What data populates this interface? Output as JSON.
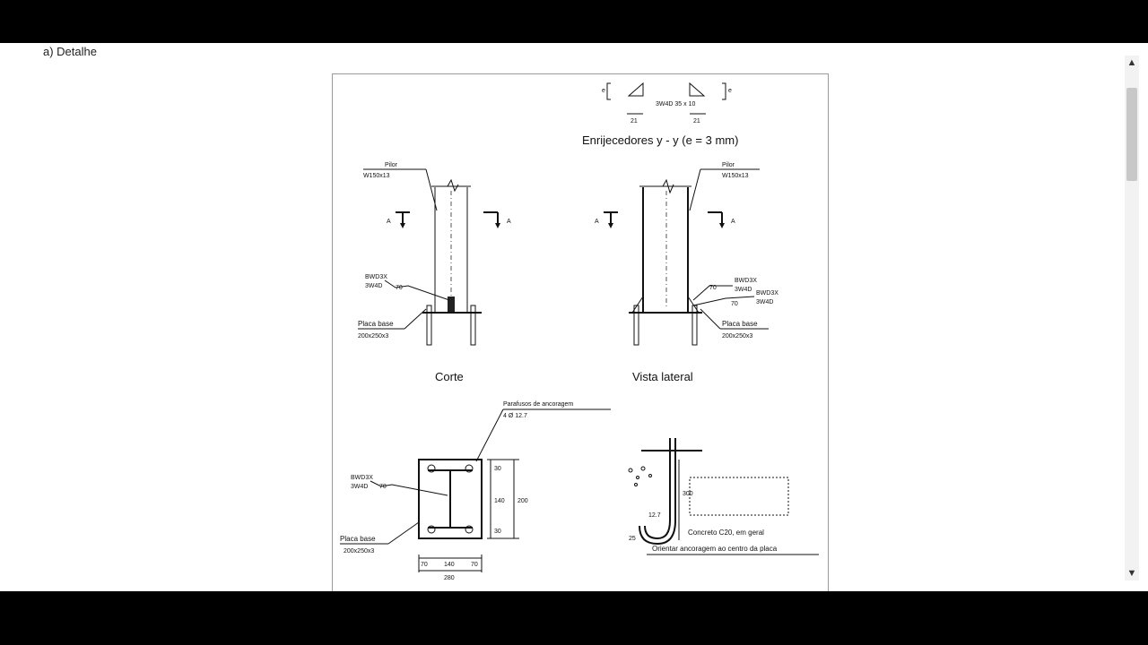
{
  "page": {
    "heading": "a) Detalhe"
  },
  "drawing": {
    "stiffeners": {
      "title": "Enrijecedores y - y (e = 3 mm)",
      "weld": "3W4D 35 x 10",
      "dim": "21",
      "marker": "e"
    },
    "column_label": "Pilor",
    "column_spec": "W150x13",
    "section_mark": "A",
    "weld_callout_1": "BWD3X",
    "weld_callout_2": "3W4D",
    "weld_angle": "70",
    "base_plate_label": "Placa base",
    "base_plate_spec": "200x250x3",
    "view_corte": "Corte",
    "view_lateral": "Vista lateral",
    "bolts_label": "Parafusos de ancoragem",
    "bolts_spec": "4 Ø 12.7",
    "dims_bottom": [
      "70",
      "140",
      "70"
    ],
    "dim_total": "280",
    "dims_side": [
      "30",
      "140",
      "30"
    ],
    "dim_side_total": "200",
    "anchor_dims": {
      "hook": "12.7",
      "length": "300",
      "bend": "25"
    },
    "concrete_note": "Concreto C20, em geral",
    "anchor_note": "Orientar ancoragem ao centro da placa"
  },
  "scrollbar": {
    "up_icon": "▲",
    "down_icon": "▼"
  },
  "colors": {
    "background": "#ffffff",
    "frame": "#000000",
    "lines": "#111111"
  }
}
